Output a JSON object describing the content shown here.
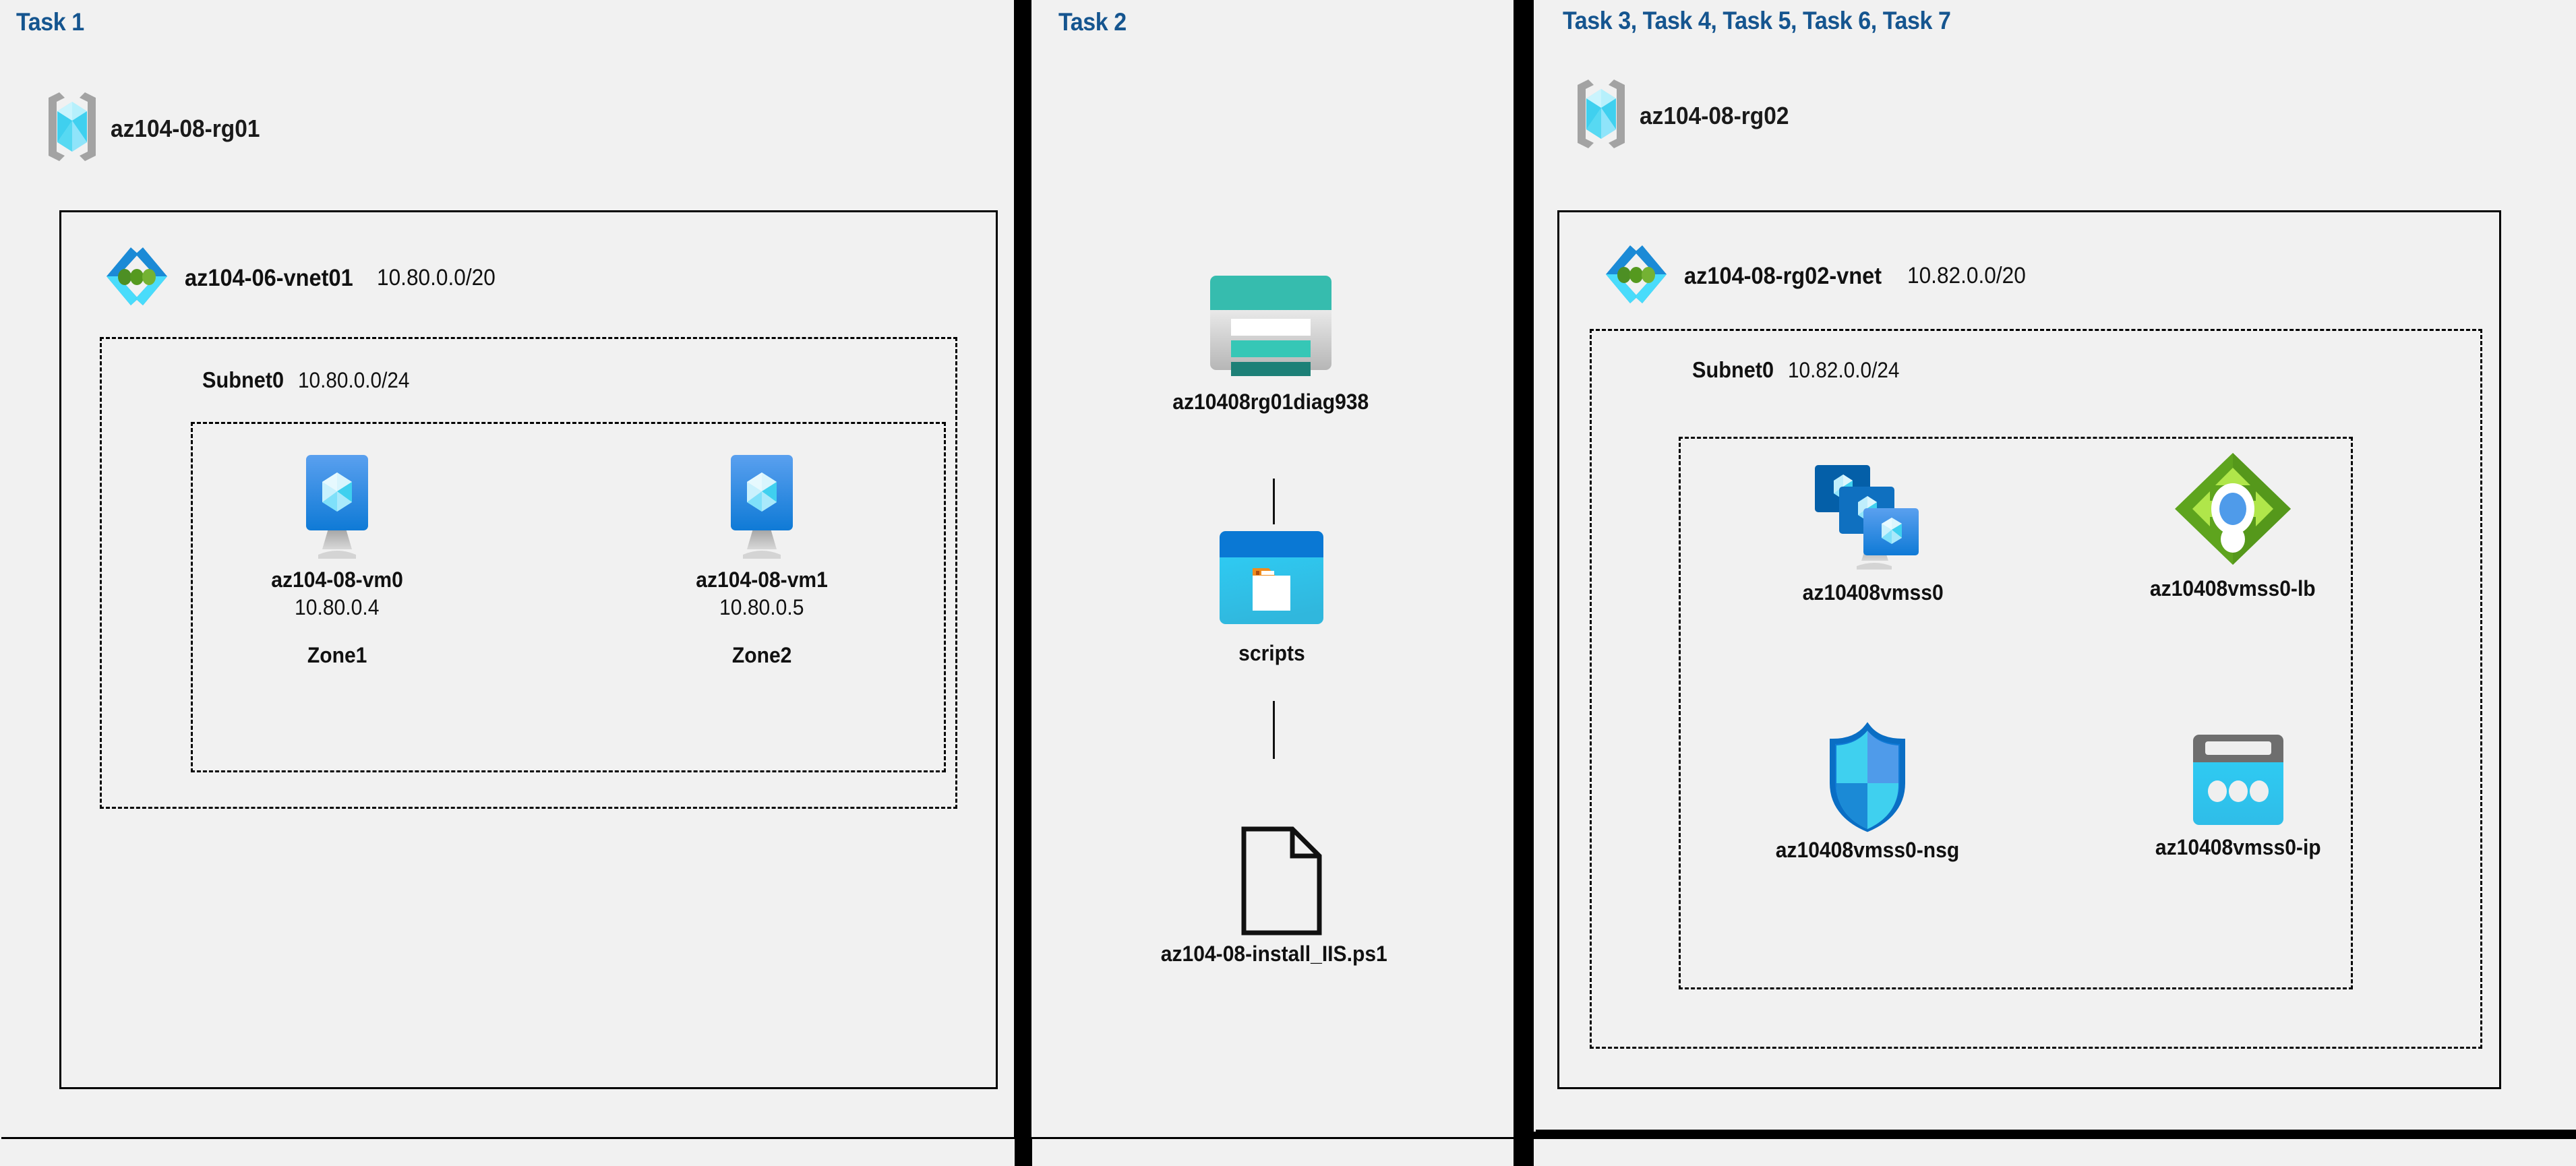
{
  "theme": {
    "background": "#f1f1f1",
    "title_color": "#15558f",
    "border_color": "#000000",
    "text_color": "#111111"
  },
  "panels": [
    {
      "id": "task1",
      "title": "Task 1",
      "resource_group": {
        "name": "az104-08-rg01",
        "icon": "resource-group-icon"
      },
      "vnet": {
        "name": "az104-06-vnet01",
        "cidr": "10.80.0.0/20",
        "icon": "virtual-network-icon"
      },
      "subnet": {
        "name": "Subnet0",
        "cidr": "10.80.0.0/24"
      },
      "vms": [
        {
          "name": "az104-08-vm0",
          "ip": "10.80.0.4",
          "zone": "Zone1",
          "icon": "virtual-machine-icon"
        },
        {
          "name": "az104-08-vm1",
          "ip": "10.80.0.5",
          "zone": "Zone2",
          "icon": "virtual-machine-icon"
        }
      ]
    },
    {
      "id": "task2",
      "title": "Task 2",
      "items": [
        {
          "name": "az10408rg01diag938",
          "icon": "storage-account-icon"
        },
        {
          "name": "scripts",
          "icon": "blob-container-icon"
        },
        {
          "name": "az104-08-install_IIS.ps1",
          "icon": "file-icon"
        }
      ]
    },
    {
      "id": "task3to7",
      "title": "Task 3, Task 4, Task 5, Task 6, Task 7",
      "resource_group": {
        "name": "az104-08-rg02",
        "icon": "resource-group-icon"
      },
      "vnet": {
        "name": "az104-08-rg02-vnet",
        "cidr": "10.82.0.0/20",
        "icon": "virtual-network-icon"
      },
      "subnet": {
        "name": "Subnet0",
        "cidr": "10.82.0.0/24"
      },
      "resources": [
        {
          "name": "az10408vmss0",
          "icon": "vm-scale-set-icon"
        },
        {
          "name": "az10408vmss0-lb",
          "icon": "load-balancer-icon"
        },
        {
          "name": "az10408vmss0-nsg",
          "icon": "network-security-group-icon"
        },
        {
          "name": "az10408vmss0-ip",
          "icon": "public-ip-address-icon"
        }
      ]
    }
  ]
}
